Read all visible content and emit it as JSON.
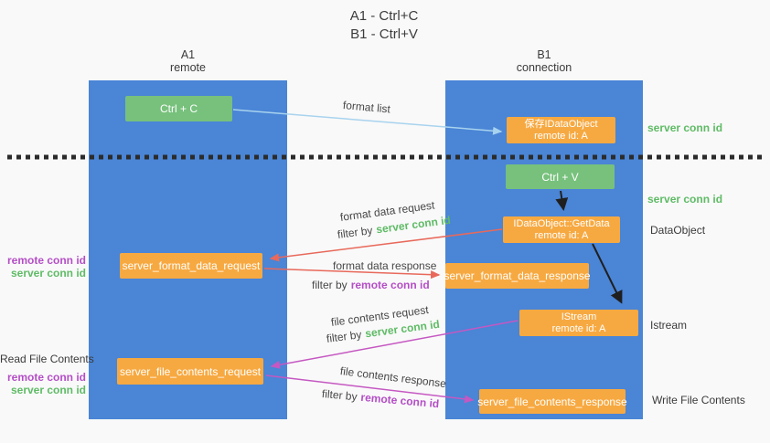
{
  "title": {
    "line1": "A1 - Ctrl+C",
    "line2": "B1 - Ctrl+V"
  },
  "columns": {
    "left": {
      "header_line1": "A1",
      "header_line2": "remote"
    },
    "right": {
      "header_line1": "B1",
      "header_line2": "connection"
    }
  },
  "nodes": {
    "ctrl_c": "Ctrl + C",
    "save_idataobject_line1": "保存IDataObject",
    "save_idataobject_line2": "remote id: A",
    "ctrl_v": "Ctrl + V",
    "getdata_line1": "IDataObject::GetData",
    "getdata_line2": "remote id: A",
    "format_request": "server_format_data_request",
    "format_response": "server_format_data_response",
    "istream_line1": "IStream",
    "istream_line2": "remote id: A",
    "file_request": "server_file_contents_request",
    "file_response": "server_file_contents_response"
  },
  "arrow_labels": {
    "format_list": "format list",
    "format_data_request": "format data request",
    "format_data_response": "format data response",
    "file_contents_request": "file contents request",
    "file_contents_response": "file contents response",
    "filter_by": "filter by",
    "server_conn_id": "server conn id",
    "remote_conn_id": "remote conn id"
  },
  "side_labels": {
    "left": {
      "remote_conn_id": "remote conn id",
      "server_conn_id": "server conn id",
      "read_file_contents": "Read File Contents"
    },
    "right": {
      "server_conn_id_top": "server conn id",
      "server_conn_id_mid": "server conn id",
      "dataobject": "DataObject",
      "istream": "Istream",
      "write_file_contents": "Write File Contents"
    }
  },
  "colors": {
    "blue": "#4a85d6",
    "green": "#77c17c",
    "orange": "#f7a941",
    "lightblue": "#a8d3ee",
    "salmon": "#e8695b",
    "magenta": "#c558c2",
    "green_text": "#5fbb66",
    "purple_text": "#b44ec6",
    "ink": "#3a3a3a",
    "arrow_black": "#1f1f1f",
    "background": "#f9f9f9"
  }
}
